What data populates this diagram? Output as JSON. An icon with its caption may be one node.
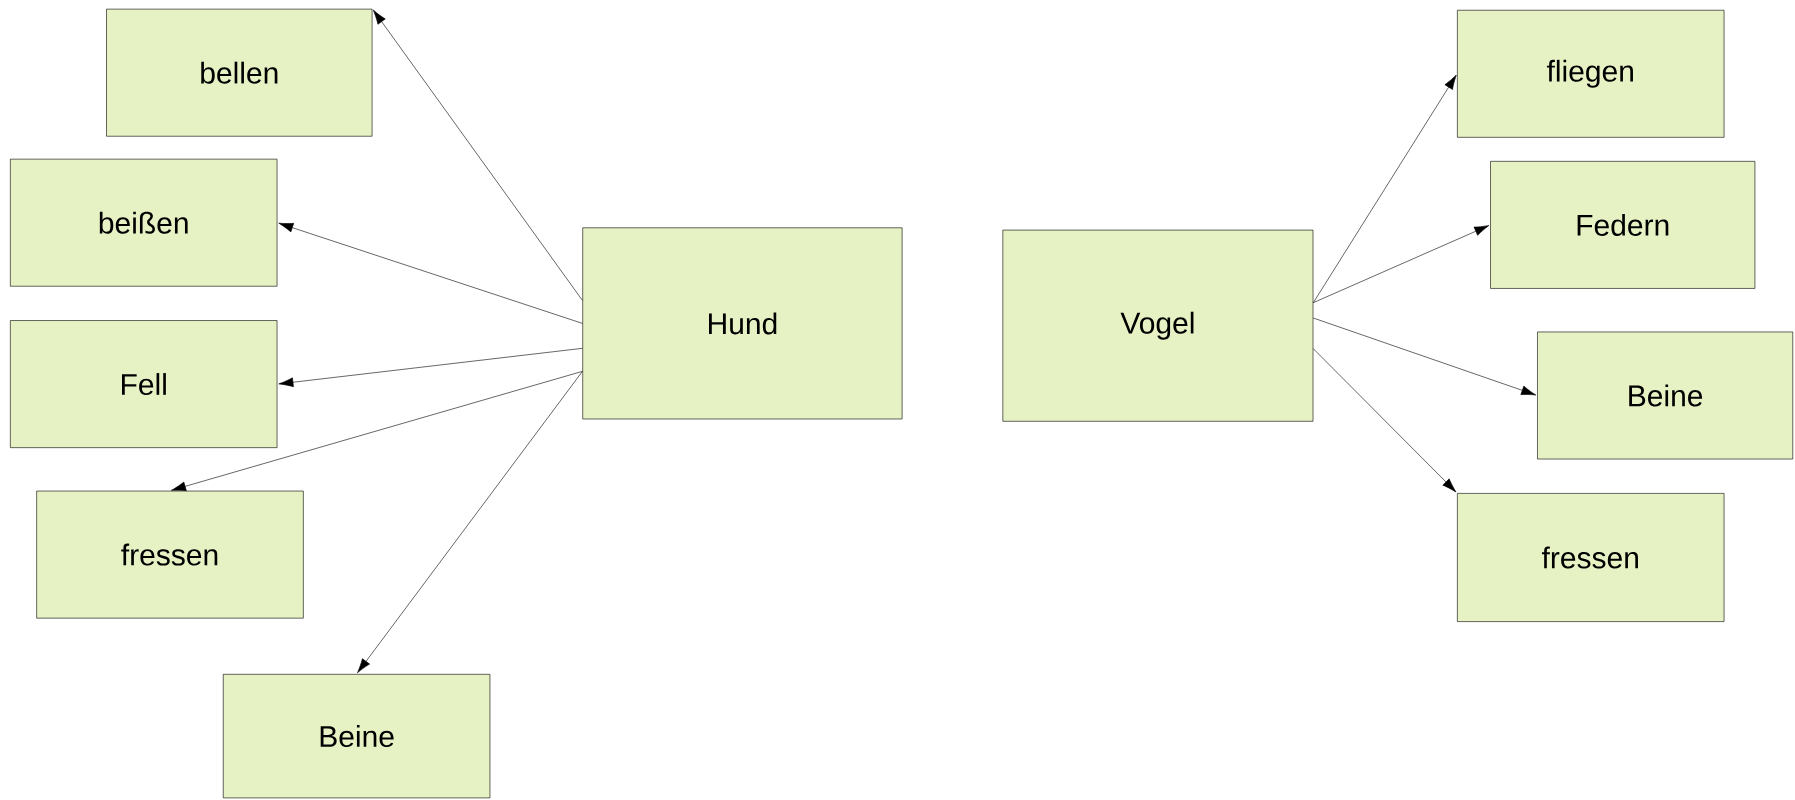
{
  "diagram": {
    "nodes": [
      {
        "text": [
          "Hund"
        ]
      },
      {
        "text": [
          "bellen"
        ]
      },
      {
        "text": [
          "beißen"
        ]
      },
      {
        "text": [
          "Fell"
        ]
      },
      {
        "text": [
          "fressen"
        ]
      },
      {
        "text": [
          "Beine"
        ]
      },
      {
        "text": [
          "Vogel"
        ]
      },
      {
        "text": [
          "fliegen"
        ]
      },
      {
        "text": [
          "Federn"
        ]
      },
      {
        "text": [
          "Beine"
        ]
      },
      {
        "text": [
          "fressen"
        ]
      }
    ],
    "edges": [
      {
        "from": 0,
        "to": 1,
        "arrow": "to"
      },
      {
        "from": 0,
        "to": 2,
        "arrow": "to"
      },
      {
        "from": 0,
        "to": 3,
        "arrow": "to"
      },
      {
        "from": 0,
        "to": 4,
        "arrow": "to"
      },
      {
        "from": 0,
        "to": 5,
        "arrow": "to"
      },
      {
        "from": 6,
        "to": 7,
        "arrow": "to"
      },
      {
        "from": 6,
        "to": 8,
        "arrow": "to"
      },
      {
        "from": 6,
        "to": 9,
        "arrow": "to"
      },
      {
        "from": 6,
        "to": 10,
        "arrow": "to"
      }
    ]
  }
}
